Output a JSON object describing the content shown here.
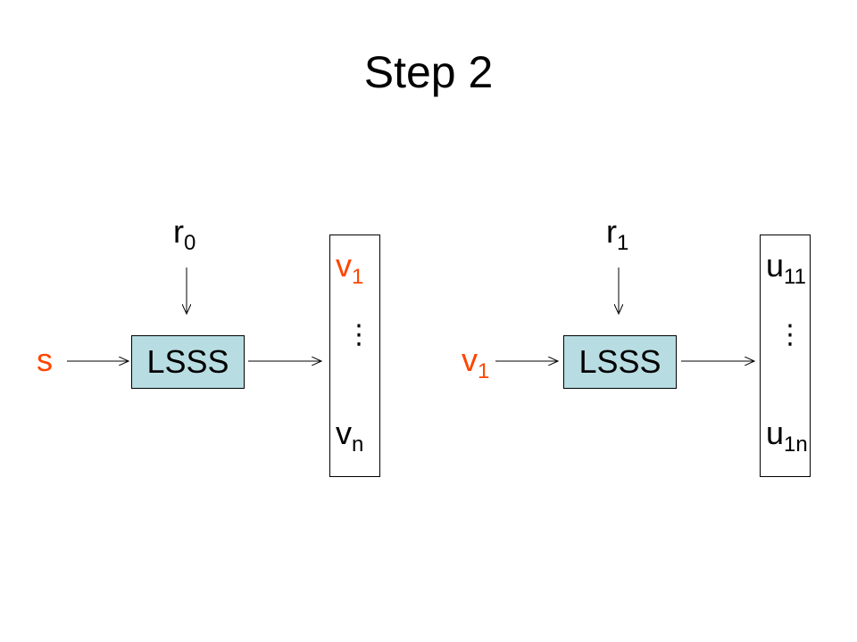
{
  "title": "Step 2",
  "colors": {
    "box_fill": "#b7dde2",
    "accent": "#ff4500",
    "line": "#000000"
  },
  "left_stage": {
    "input": "s",
    "randomness": {
      "base": "r",
      "sub": "0"
    },
    "box_label": "LSSS",
    "outputs": {
      "first": {
        "base": "v",
        "sub": "1"
      },
      "ellipsis": "⋮",
      "last": {
        "base": "v",
        "sub": "n"
      }
    }
  },
  "right_stage": {
    "input": {
      "base": "v",
      "sub": "1"
    },
    "randomness": {
      "base": "r",
      "sub": "1"
    },
    "box_label": "LSSS",
    "outputs": {
      "first": {
        "base": "u",
        "sub": "11"
      },
      "ellipsis": "⋮",
      "last": {
        "base": "u",
        "sub": "1n"
      }
    }
  }
}
